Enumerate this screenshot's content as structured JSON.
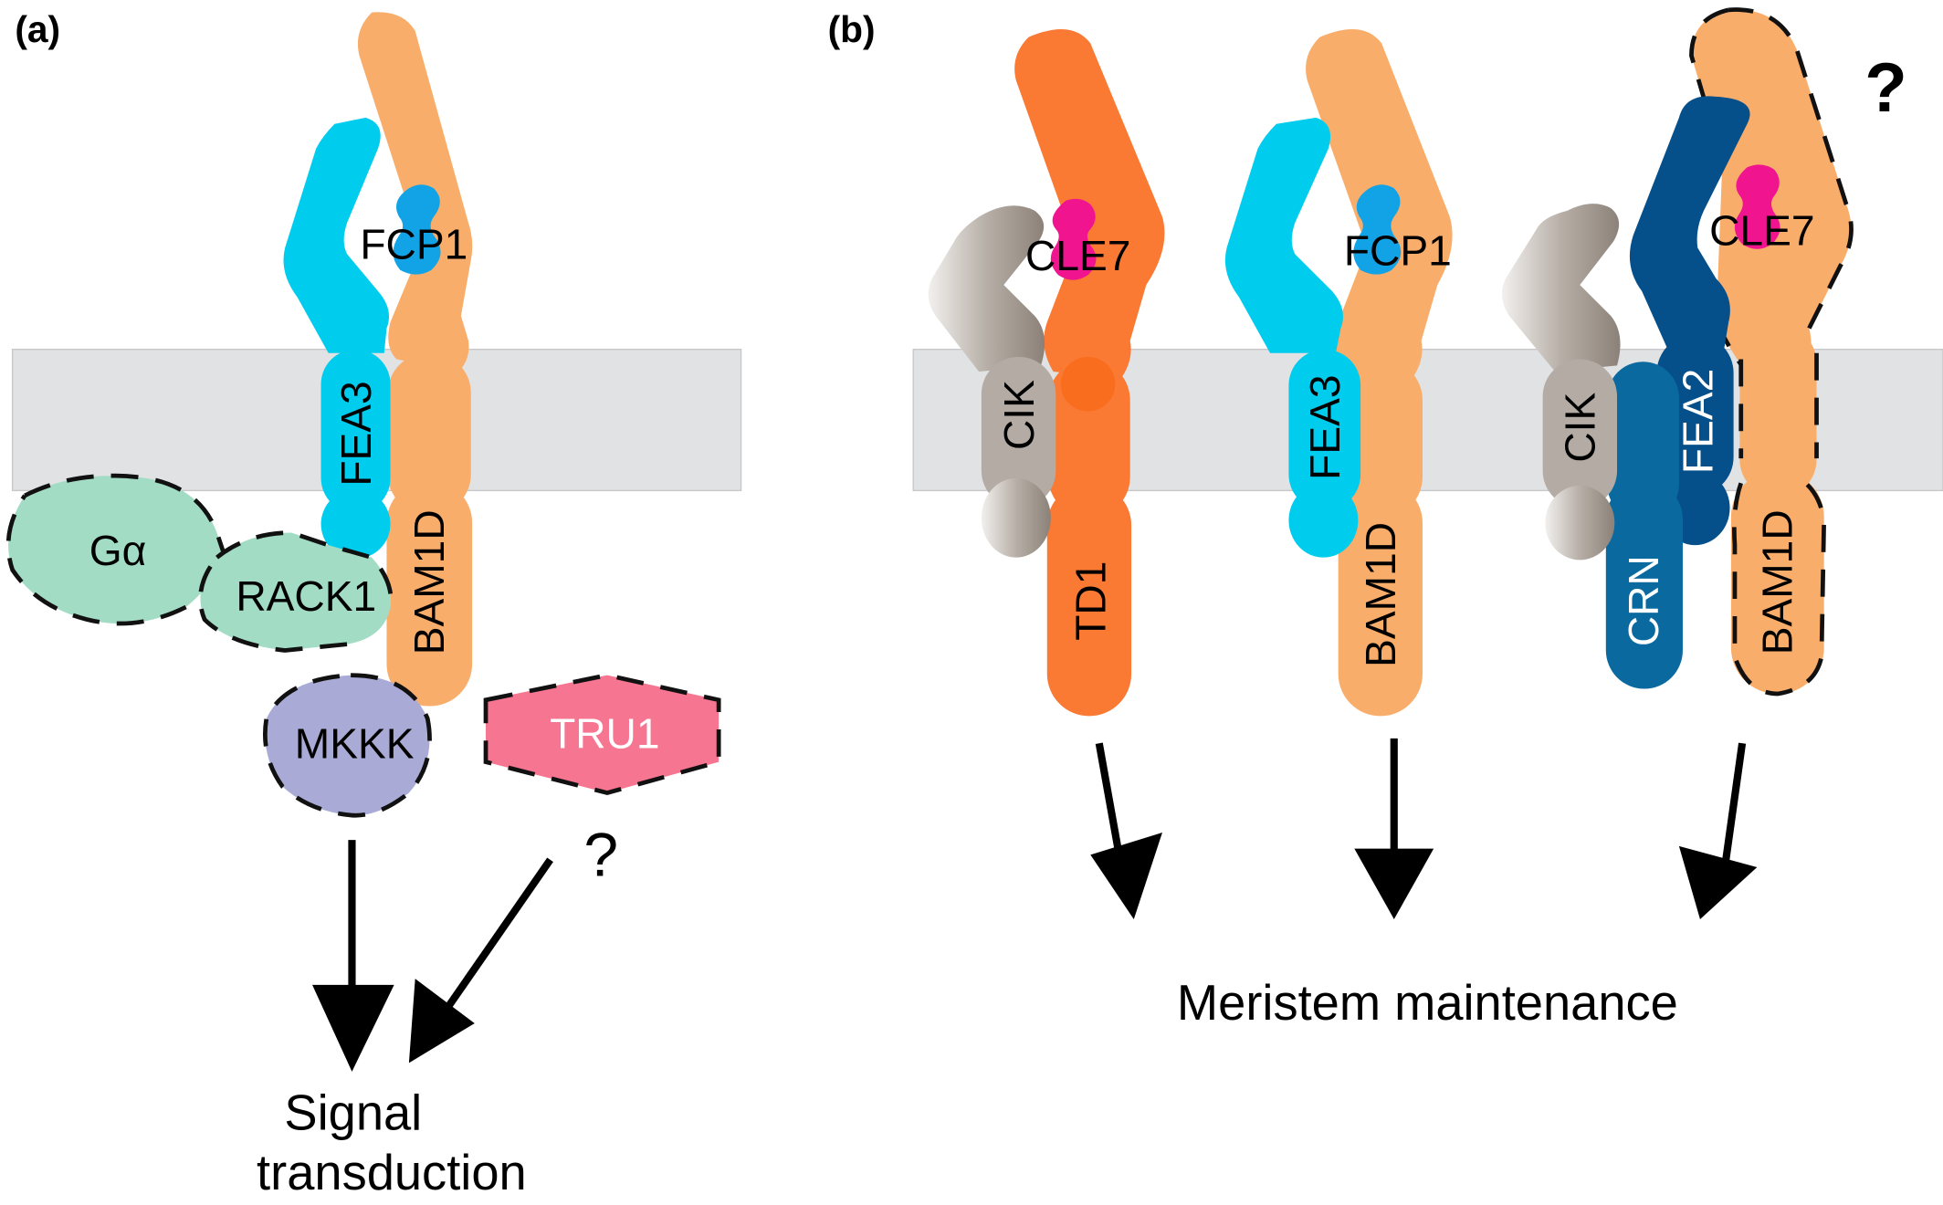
{
  "figure": {
    "panels": [
      {
        "id": "a",
        "label": "(a)",
        "membrane": true,
        "receptors": [
          {
            "name": "BAM1D",
            "color": "#f9ad6a",
            "dashed": false
          },
          {
            "name": "FEA3",
            "color": "#00cdee",
            "dashed": false
          }
        ],
        "ligand": {
          "name": "FCP1",
          "color": "#11a3e6"
        },
        "partners": [
          {
            "name": "Gα",
            "color": "#a2dcc4",
            "dashed": true
          },
          {
            "name": "RACK1",
            "color": "#a2dcc4",
            "dashed": true
          },
          {
            "name": "MKKK",
            "color": "#a9abd6",
            "dashed": true
          },
          {
            "name": "TRU1",
            "color": "#f67590",
            "dashed": true,
            "text_color": "#ffffff"
          }
        ],
        "uncertain_mark": "?",
        "outcome": [
          "Signal",
          "transduction"
        ]
      },
      {
        "id": "b",
        "label": "(b)",
        "membrane": true,
        "complexes": [
          {
            "ligand": {
              "name": "CLE7",
              "color": "#f0158f"
            },
            "receptors": [
              {
                "name": "CIK",
                "color": "#b4aca4"
              },
              {
                "name": "TD1",
                "color": "#fa7a33"
              }
            ]
          },
          {
            "ligand": {
              "name": "FCP1",
              "color": "#11a3e6"
            },
            "receptors": [
              {
                "name": "FEA3",
                "color": "#00cdee"
              },
              {
                "name": "BAM1D",
                "color": "#f9ad6a"
              }
            ]
          },
          {
            "ligand": {
              "name": "CLE7",
              "color": "#f0158f"
            },
            "receptors": [
              {
                "name": "CIK",
                "color": "#b4aca4"
              },
              {
                "name": "CRN",
                "color": "#0a6aa0"
              },
              {
                "name": "FEA2",
                "color": "#054f8a",
                "text_color": "#ffffff"
              },
              {
                "name": "BAM1D",
                "color": "#f9ad6a",
                "dashed": true
              }
            ],
            "uncertain_mark": "?"
          }
        ],
        "outcome": "Meristem maintenance"
      }
    ],
    "colors": {
      "membrane": "#e1e2e4",
      "membrane_border": "#c8c8c8",
      "arrow": "#000000"
    }
  }
}
